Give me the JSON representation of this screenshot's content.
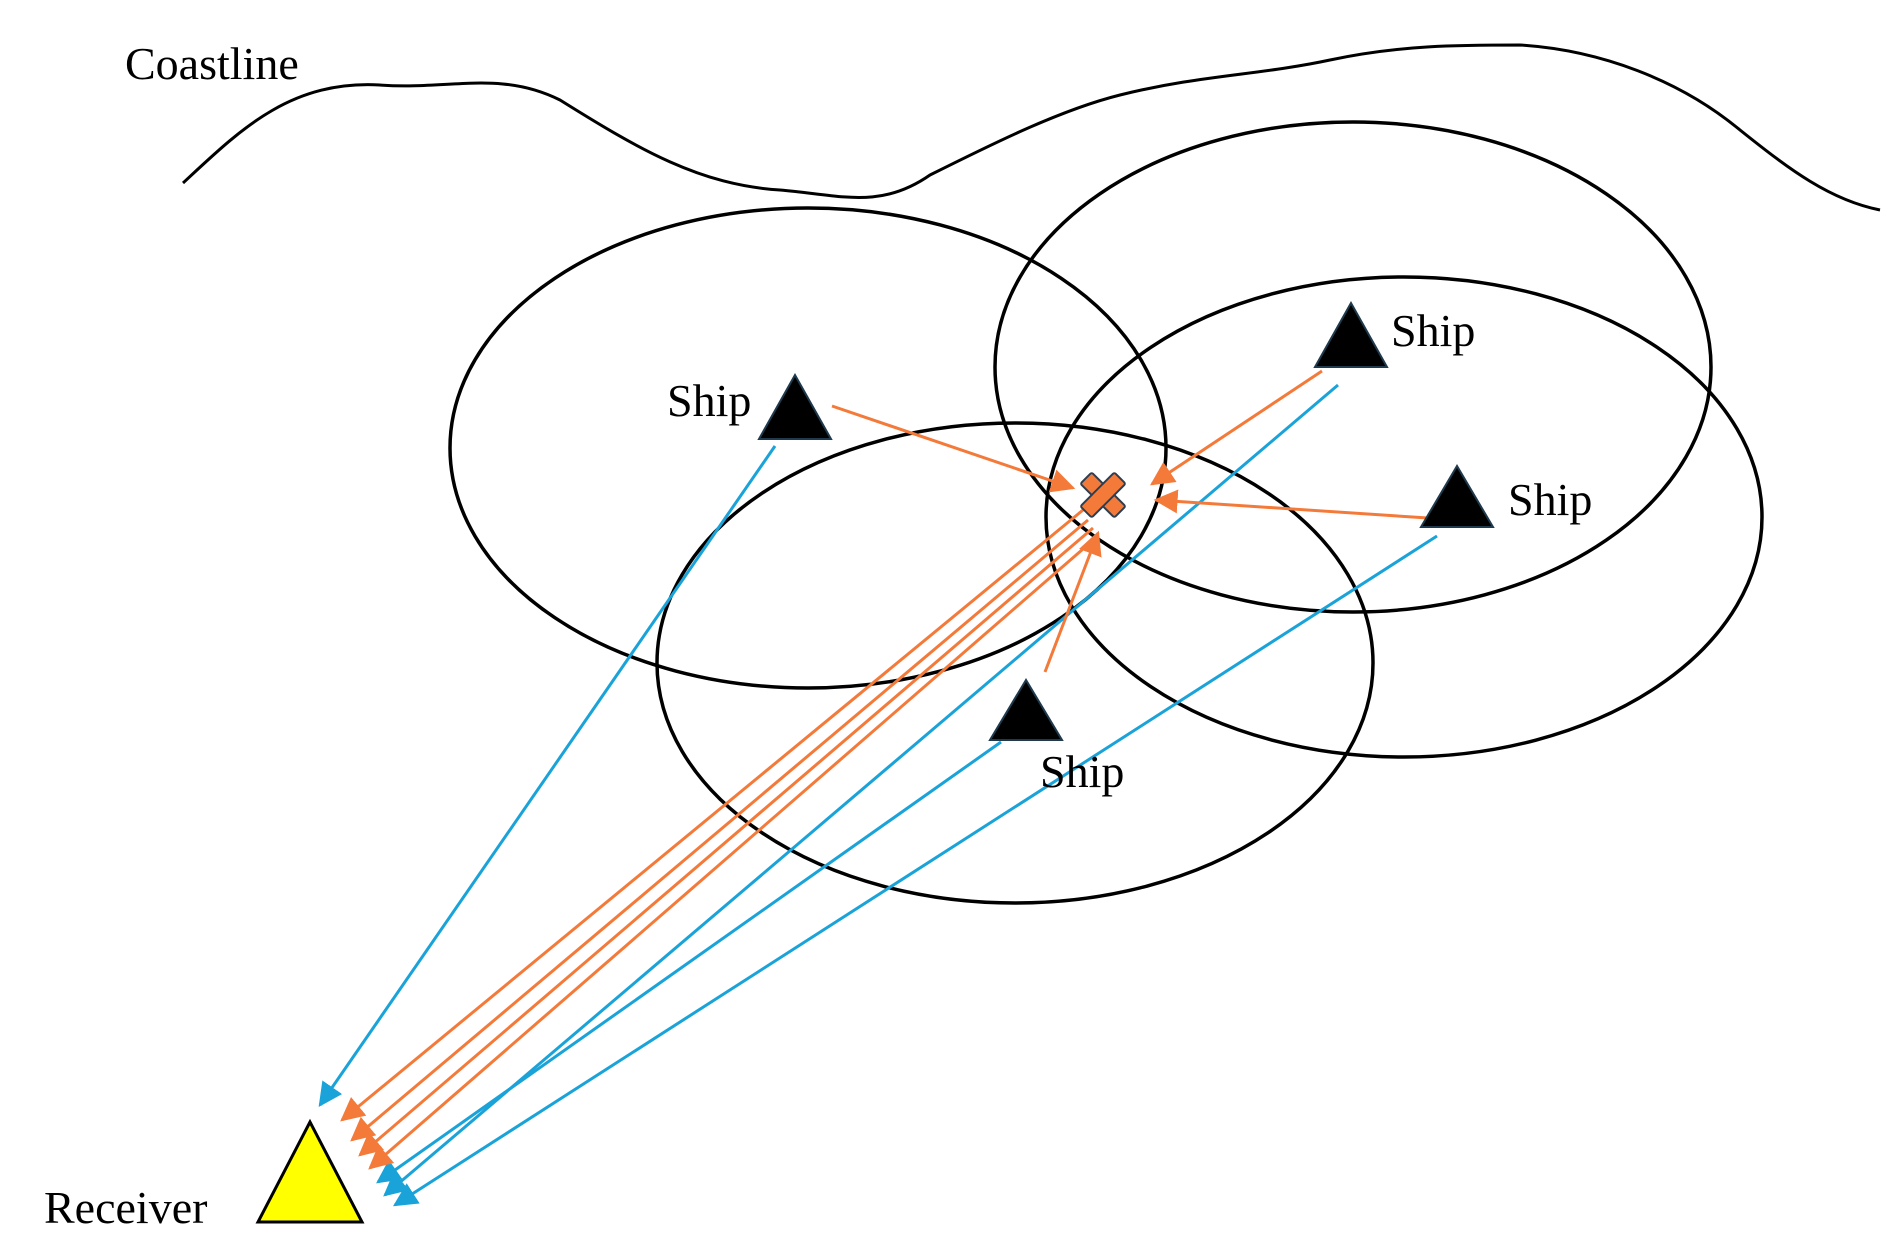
{
  "labels": {
    "coastline": "Coastline",
    "ship_1": "Ship",
    "ship_2": "Ship",
    "ship_3": "Ship",
    "ship_4": "Ship",
    "receiver": "Receiver"
  },
  "colors": {
    "direct_path": "#1aa3d9",
    "scatter_path": "#f47a3a",
    "receiver_fill": "#ffff00",
    "scatter_marker": "#f47a3a",
    "ship_fill": "#000000"
  },
  "icons": {
    "ship": "black-triangle",
    "receiver": "yellow-triangle",
    "scatter_point": "x-mark"
  }
}
